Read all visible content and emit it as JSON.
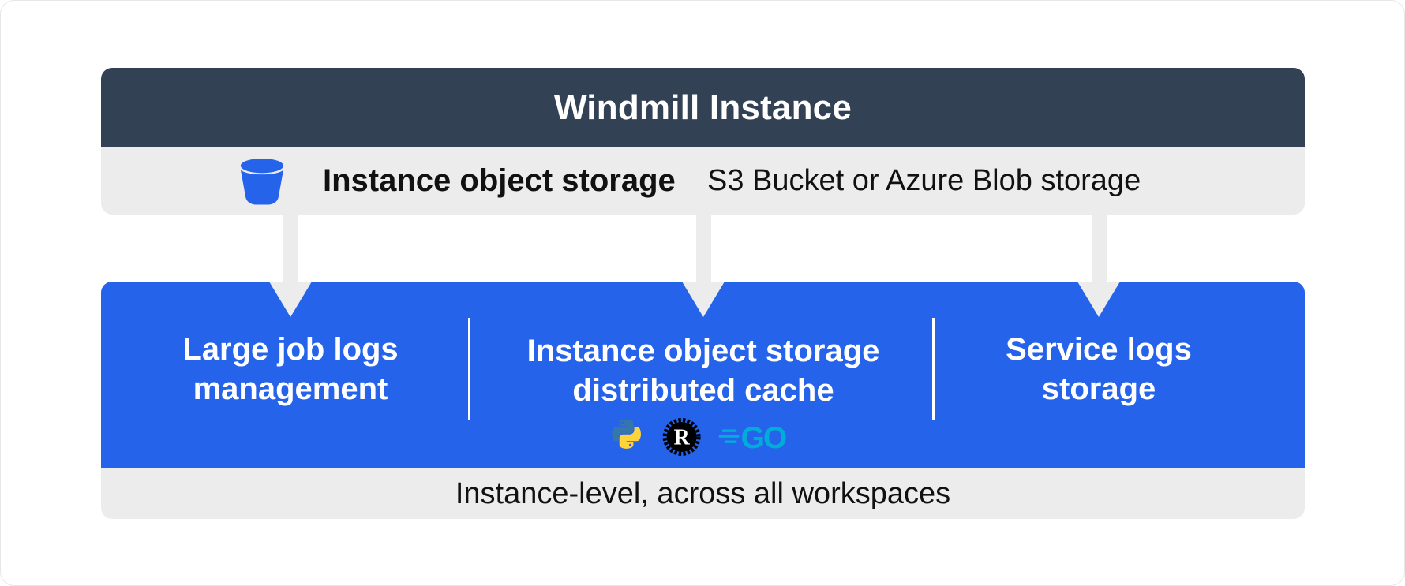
{
  "header": {
    "title": "Windmill Instance"
  },
  "storage_bar": {
    "icon": "bucket-icon",
    "label": "Instance object storage",
    "sublabel": "S3 Bucket or Azure Blob storage"
  },
  "blue_panel": {
    "sections": {
      "left": {
        "line1": "Large job logs",
        "line2": "management"
      },
      "middle": {
        "line1": "Instance object storage",
        "line2": "distributed cache",
        "icons": [
          "python-icon",
          "rust-icon",
          "go-icon"
        ]
      },
      "right": {
        "line1": "Service logs",
        "line2": "storage"
      }
    }
  },
  "footer": {
    "label": "Instance-level, across all workspaces"
  },
  "colors": {
    "header_bg": "#334155",
    "bar_bg": "#EDECEC",
    "panel_bg": "#2563EB",
    "arrow": "#EDECEC",
    "text_dark": "#111111",
    "text_light": "#FFFFFF",
    "bucket_blue": "#2563EB",
    "python_blue": "#3776AB",
    "python_yellow": "#FFD43B",
    "rust_black": "#000000",
    "go_cyan": "#00ADD8"
  }
}
